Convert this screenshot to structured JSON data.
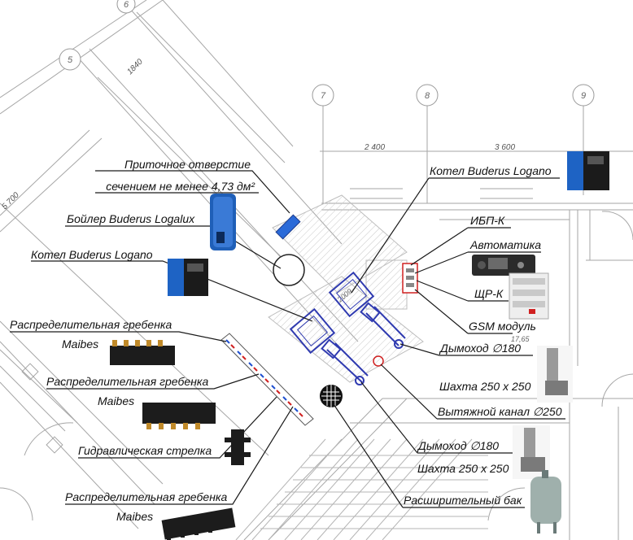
{
  "axes": [
    "5",
    "6",
    "7",
    "8",
    "9"
  ],
  "dimensions": {
    "d1840": "1840",
    "d5700": "5 700",
    "d2400": "2 400",
    "d3600": "3 600",
    "d1765": "17,65",
    "d2009": "2009"
  },
  "labels": {
    "supply_opening_1": "Приточное отверстие",
    "supply_opening_2": "сечением не менее 4,73 дм²",
    "boiler_logalux": "Бойлер Buderus Logalux",
    "boiler_logano_left": "Котел Buderus Logano",
    "boiler_logano_right": "Котел Buderus Logano",
    "ups": "ИБП-К",
    "automation": "Автоматика",
    "panel": "ЩР-К",
    "gsm": "GSM модуль",
    "manifold_1_a": "Распределительная гребенка",
    "manifold_1_b": "Maibes",
    "manifold_2_a": "Распределительная гребенка",
    "manifold_2_b": "Maibes",
    "hydro_arrow": "Гидравлическая стрелка",
    "manifold_3_a": "Распределительная гребенка",
    "manifold_3_b": "Maibes",
    "flue_1_a": "Дымоход ∅180",
    "flue_1_b": "Шахта 250 х 250",
    "exhaust": "Вытяжной канал ∅250",
    "flue_2_a": "Дымоход ∅180",
    "flue_2_b": "Шахта 250 х 250",
    "expansion_tank": "Расширительный бак"
  },
  "colors": {
    "plan_line": "#9a9a9a",
    "wall": "#8c8c8c",
    "equipment": "#2f3ab0",
    "leader": "#1a1a1a",
    "pipe_red": "#d02020",
    "boiler_blue": "#1e63c4",
    "boiler_dark": "#1b1b1b"
  }
}
